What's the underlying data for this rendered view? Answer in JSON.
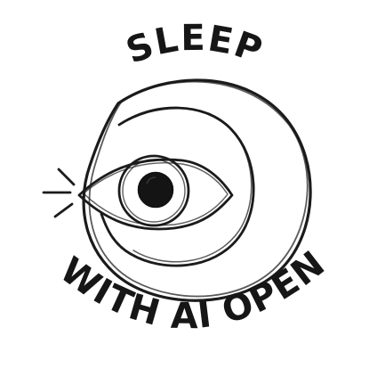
{
  "logo": {
    "top_text": "SLEEP",
    "bottom_text": "WITH AI OPEN",
    "ink_color": "#1b1b1b",
    "background_color": "#ffffff",
    "icon": "crescent-moon-with-open-eye"
  }
}
